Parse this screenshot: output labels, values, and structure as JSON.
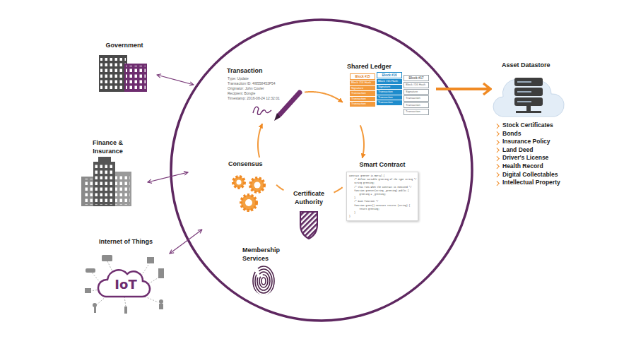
{
  "diagram": {
    "nodes": [
      {
        "text": [
          "Government"
        ]
      },
      {
        "text": [
          "Finance & Insurance"
        ]
      },
      {
        "text": [
          "Internet of Things",
          "IoT"
        ]
      },
      {
        "text": [
          "Transaction",
          "Type: Update",
          "Transaction ID: 4f8558453P54",
          "Originator: John Cooler",
          "Recipient: Bongle",
          "Timestamp: 2016-08-24 12:32:01"
        ]
      },
      {
        "text": [
          "Shared Ledger"
        ]
      },
      {
        "text": [
          "Block #15",
          "Block #14 Hash",
          "Signature",
          "Transaction",
          "Transaction",
          "Transaction"
        ],
        "in": 4
      },
      {
        "text": [
          "Block #16",
          "Block #15 Hash",
          "Signature",
          "Transaction",
          "Transaction",
          "Transaction"
        ],
        "in": 4
      },
      {
        "text": [
          "Block #17",
          "Block #16 Hash",
          "Signature",
          "Transaction",
          "Transaction",
          "Transaction"
        ],
        "in": 4
      },
      {
        "text": [
          "Consensus"
        ]
      },
      {
        "text": [
          "Smart Contract",
          "contract greeter is mortal {",
          "    /* define variable greeting of the type string */",
          "    string greeting;",
          "    /* this runs when the contract is executed */",
          "    function greeter(string _greeting) public {",
          "        greeting = _greeting;",
          "    }",
          "    /* main function */",
          "    function greet() constant returns (string) {",
          "        return greeting;",
          "    }",
          "}"
        ]
      },
      {
        "text": [
          "Certificate Authority"
        ]
      },
      {
        "text": [
          "Membership Services"
        ]
      },
      {
        "text": [
          "Asset Datastore",
          "Stock Certificates",
          "Bonds",
          "Insurance Policy",
          "Land Deed",
          "Driver's License",
          "Health Record",
          "Digital Collectables",
          "Intellectual Property"
        ]
      }
    ],
    "edges": [
      {
        "from": 3,
        "to": 4,
        "arrow": "to"
      },
      {
        "from": 4,
        "to": 9,
        "arrow": "to"
      },
      {
        "from": 9,
        "to": 10,
        "arrow": "none"
      },
      {
        "from": 10,
        "to": 8,
        "arrow": "none"
      },
      {
        "from": 8,
        "to": 3,
        "arrow": "to"
      },
      {
        "from": 4,
        "to": 12,
        "arrow": "to"
      }
    ]
  }
}
